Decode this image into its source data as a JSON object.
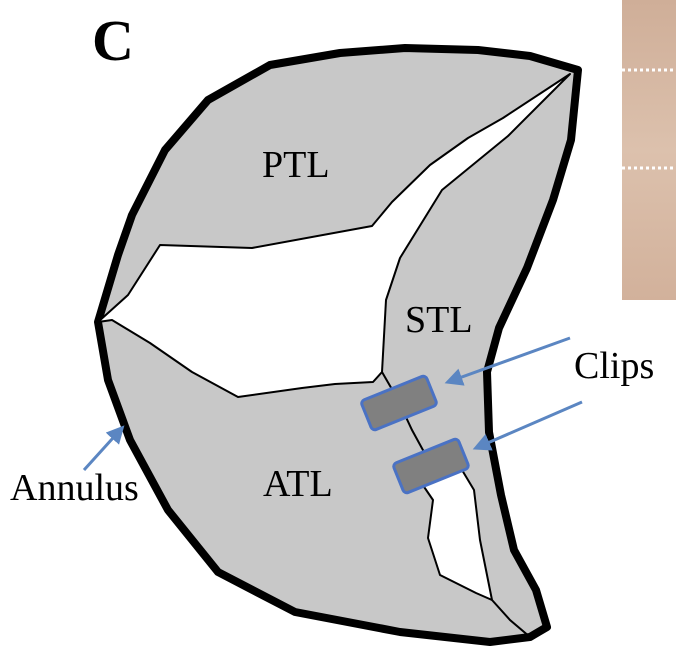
{
  "figure": {
    "panel_label": "C",
    "regions": {
      "ptl": "PTL",
      "stl": "STL",
      "atl": "ATL"
    },
    "callouts": {
      "clips": "Clips",
      "annulus": "Annulus"
    },
    "colors": {
      "leaflet_fill": "#c8c8c8",
      "outline": "#000000",
      "clip_fill": "#808080",
      "clip_border": "#4a72c4",
      "arrow": "#5b86c2",
      "photo_inset": "#d4b6a0"
    }
  }
}
